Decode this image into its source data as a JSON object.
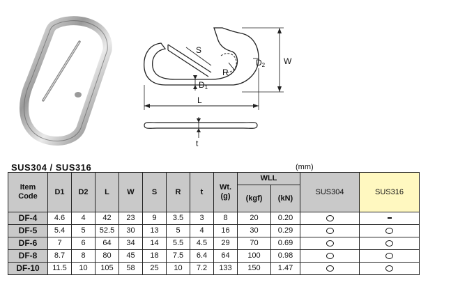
{
  "drawing_labels": {
    "S": "S",
    "W": "W",
    "D2": "D",
    "D2_sub": "2",
    "R": "R",
    "D1": "D",
    "D1_sub": "1",
    "L": "L",
    "t": "t"
  },
  "series_title": "SUS304 / SUS316",
  "unit": "(mm)",
  "table": {
    "headers": {
      "item_code_1": "Item",
      "item_code_2": "Code",
      "d1": "D1",
      "d2": "D2",
      "l": "L",
      "w": "W",
      "s": "S",
      "r": "R",
      "t": "t",
      "wt_1": "Wt.",
      "wt_2": "(g)",
      "wll": "WLL",
      "kgf": "(kgf)",
      "kn": "(kN)",
      "sus304": "SUS304",
      "sus316": "SUS316"
    },
    "rows": [
      {
        "code": "DF-4",
        "d1": "4.6",
        "d2": "4",
        "l": "42",
        "w": "23",
        "s": "9",
        "r": "3.5",
        "t": "3",
        "wt": "8",
        "kgf": "20",
        "kn": "0.20",
        "sus304": "circle",
        "sus316": "dash"
      },
      {
        "code": "DF-5",
        "d1": "5.4",
        "d2": "5",
        "l": "52.5",
        "w": "30",
        "s": "13",
        "r": "5",
        "t": "4",
        "wt": "16",
        "kgf": "30",
        "kn": "0.29",
        "sus304": "circle",
        "sus316": "circle"
      },
      {
        "code": "DF-6",
        "d1": "7",
        "d2": "6",
        "l": "64",
        "w": "34",
        "s": "14",
        "r": "5.5",
        "t": "4.5",
        "wt": "29",
        "kgf": "70",
        "kn": "0.69",
        "sus304": "circle",
        "sus316": "circle"
      },
      {
        "code": "DF-8",
        "d1": "8.7",
        "d2": "8",
        "l": "80",
        "w": "45",
        "s": "18",
        "r": "7.5",
        "t": "6.4",
        "wt": "64",
        "kgf": "100",
        "kn": "0.98",
        "sus304": "circle",
        "sus316": "circle"
      },
      {
        "code": "DF-10",
        "d1": "11.5",
        "d2": "10",
        "l": "105",
        "w": "58",
        "s": "25",
        "r": "10",
        "t": "7.2",
        "wt": "133",
        "kgf": "150",
        "kn": "1.47",
        "sus304": "circle",
        "sus316": "circle"
      }
    ]
  },
  "colors": {
    "header_bg": "#c9c9c9",
    "sus316_header_bg": "#fff8c0"
  }
}
